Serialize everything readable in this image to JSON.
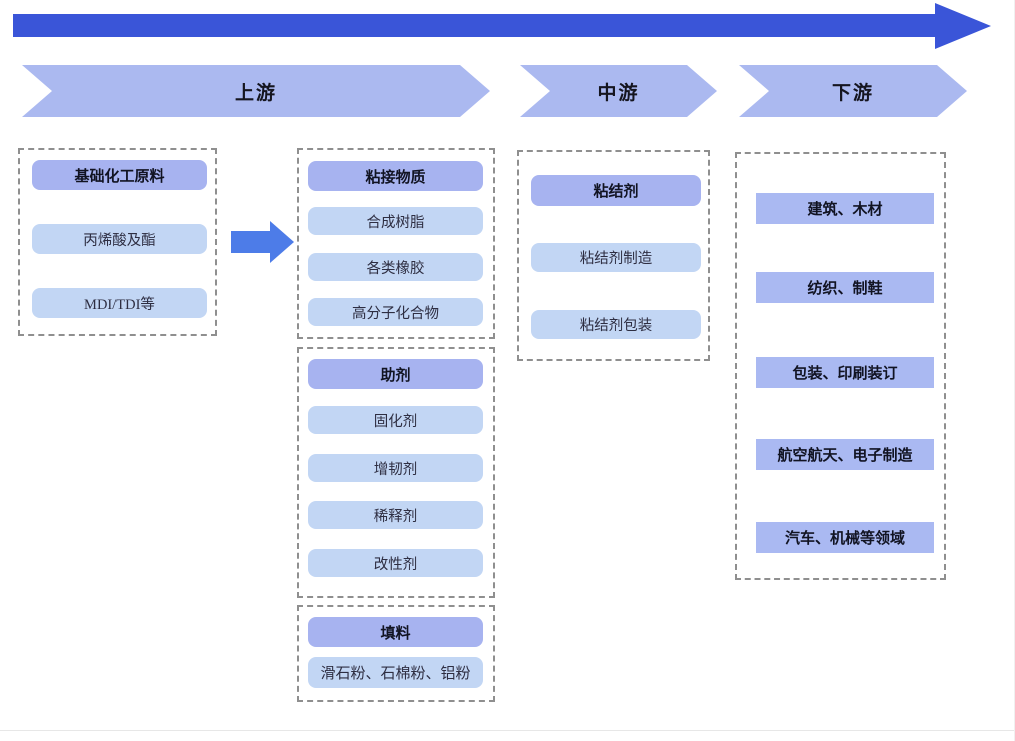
{
  "stages": [
    {
      "label": "上游"
    },
    {
      "label": "中游"
    },
    {
      "label": "下游"
    }
  ],
  "upstream": {
    "raw_materials": {
      "header": "基础化工原料",
      "items": [
        "丙烯酸及酯",
        "MDI/TDI等"
      ]
    },
    "bonding_substances": {
      "header": "粘接物质",
      "items": [
        "合成树脂",
        "各类橡胶",
        "高分子化合物"
      ]
    },
    "auxiliaries": {
      "header": "助剂",
      "items": [
        "固化剂",
        "增韧剂",
        "稀释剂",
        "改性剂"
      ]
    },
    "fillers": {
      "header": "填料",
      "items": [
        "滑石粉、石棉粉、铝粉"
      ]
    }
  },
  "midstream": {
    "header": "粘结剂",
    "items": [
      "粘结剂制造",
      "粘结剂包装"
    ]
  },
  "downstream": {
    "items": [
      "建筑、木材",
      "纺织、制鞋",
      "包装、印刷装订",
      "航空航天、电子制造",
      "汽车、机械等领域"
    ]
  },
  "colors": {
    "flow-arrow": "#3a55d8",
    "stage-banner": "#abb9f0",
    "header-box": "#a7b3f0",
    "item-box": "#c2d6f4",
    "downstream-box": "#aab9f2",
    "connector-arrow": "#4d7ce8"
  }
}
